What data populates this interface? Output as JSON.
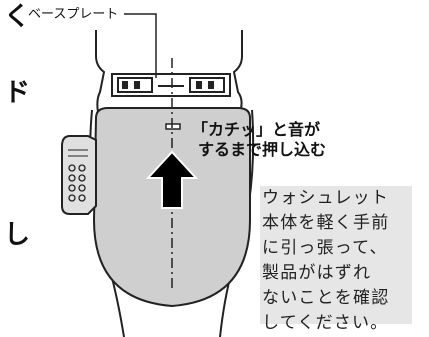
{
  "base_plate_label": "ベースプレート",
  "callout": {
    "line1": "「カチッ」と音が",
    "line2": "するまで押し込む"
  },
  "note": "ウォシュレット\n本体を軽く手前\nに引っ張って、\n製品がはずれ\nないことを確認\nしてください。",
  "side_glyphs": [
    "く",
    "ド",
    "し"
  ],
  "colors": {
    "seat_gray": "#cfcfcf",
    "note_background": "#e6e6e6",
    "arrow": "#000000"
  },
  "icons": [
    "push-arrow-icon",
    "control-panel-icon"
  ]
}
